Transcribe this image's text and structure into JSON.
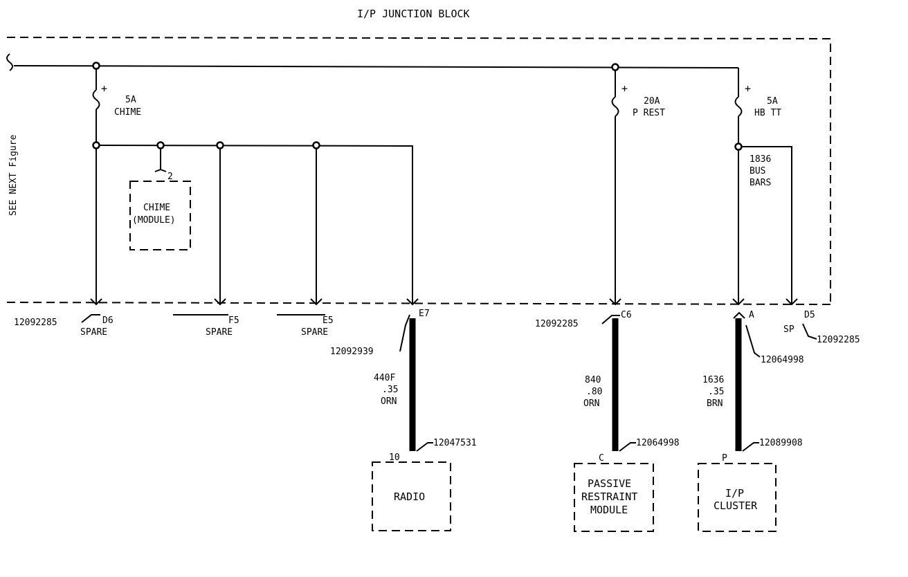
{
  "title": "I/P JUNCTION BLOCK",
  "side_note": "SEE NEXT Figure",
  "fuses": [
    {
      "rating": "5A",
      "name": "CHIME",
      "sign": "+"
    },
    {
      "rating": "20A",
      "name": "P REST",
      "sign": "+"
    },
    {
      "rating": "5A",
      "name": "HB TT",
      "sign": "+"
    }
  ],
  "bus_bars": [
    "1836",
    "BUS",
    "BARS"
  ],
  "chime_module": {
    "pin": "2",
    "line1": "CHIME",
    "line2": "(MODULE)"
  },
  "terminals": [
    {
      "pin": "D6",
      "desc": "SPARE",
      "part": "12092285"
    },
    {
      "pin": "F5",
      "desc": "SPARE"
    },
    {
      "pin": "E5",
      "desc": "SPARE"
    },
    {
      "pin": "E7",
      "part": "12092939"
    },
    {
      "pin": "C6",
      "part": "12092285"
    },
    {
      "pin": "A",
      "part": "12064998"
    },
    {
      "pin": "D5",
      "desc": "SP",
      "part": "12092285"
    }
  ],
  "wires": [
    {
      "circuit": "440F",
      "gauge": ".35",
      "color": "ORN"
    },
    {
      "circuit": "840",
      "gauge": ".80",
      "color": "ORN"
    },
    {
      "circuit": "1636",
      "gauge": ".35",
      "color": "BRN"
    }
  ],
  "components": [
    {
      "pin": "10",
      "part": "12047531",
      "lines": [
        "RADIO"
      ]
    },
    {
      "pin": "C",
      "part": "12064998",
      "lines": [
        "PASSIVE",
        "RESTRAINT",
        "MODULE"
      ]
    },
    {
      "pin": "P",
      "part": "12089908",
      "lines": [
        "I/P",
        "CLUSTER"
      ]
    }
  ]
}
